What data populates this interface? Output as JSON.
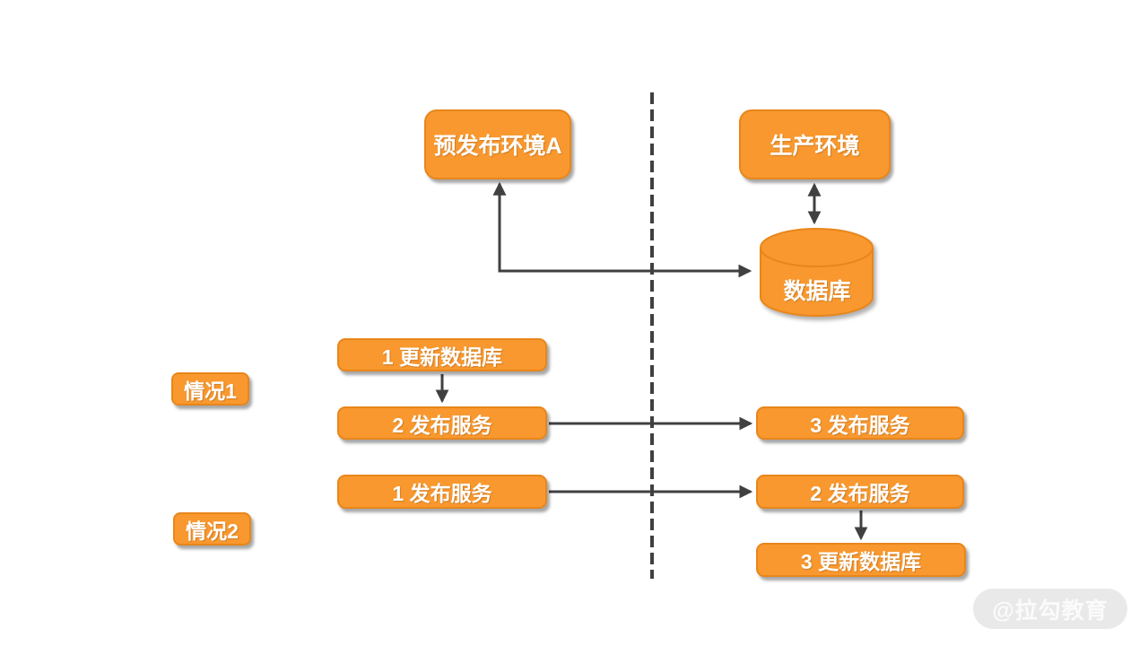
{
  "colors": {
    "node_fill": "#F9982E",
    "node_border": "#E8861B",
    "node_text": "#FFFFFF",
    "connector": "#404040",
    "watermark_bg": "#E9E9E9",
    "watermark_text": "#FBFBFB",
    "canvas_bg": "#FFFFFF"
  },
  "environments": {
    "staging": "预发布环境A",
    "production": "生产环境",
    "database": "数据库"
  },
  "case1": {
    "label": "情况1",
    "step1": "1 更新数据库",
    "step2": "2 发布服务",
    "step3": "3 发布服务"
  },
  "case2": {
    "label": "情况2",
    "step1": "1 发布服务",
    "step2": "2 发布服务",
    "step3": "3 更新数据库"
  },
  "watermark": "@拉勾教育"
}
